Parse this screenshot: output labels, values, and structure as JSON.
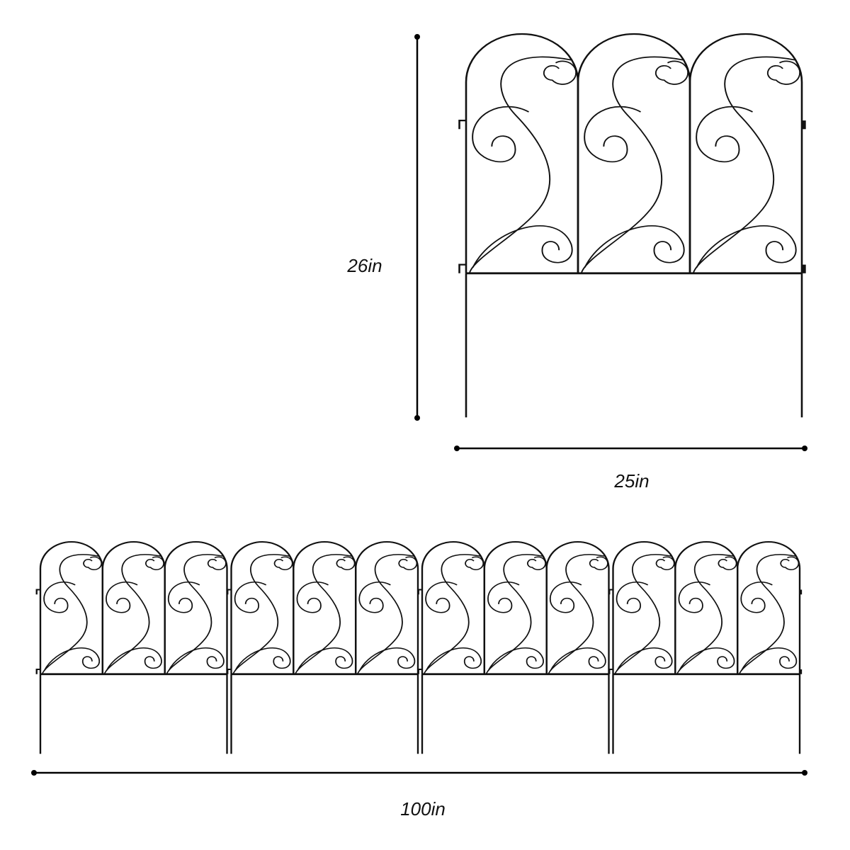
{
  "dimensions": {
    "height_label": "26in",
    "width_label": "25in",
    "total_length_label": "100in"
  },
  "fence": {
    "panel_count_in_set": 4,
    "arches_per_panel": 3,
    "color": "#111111"
  }
}
